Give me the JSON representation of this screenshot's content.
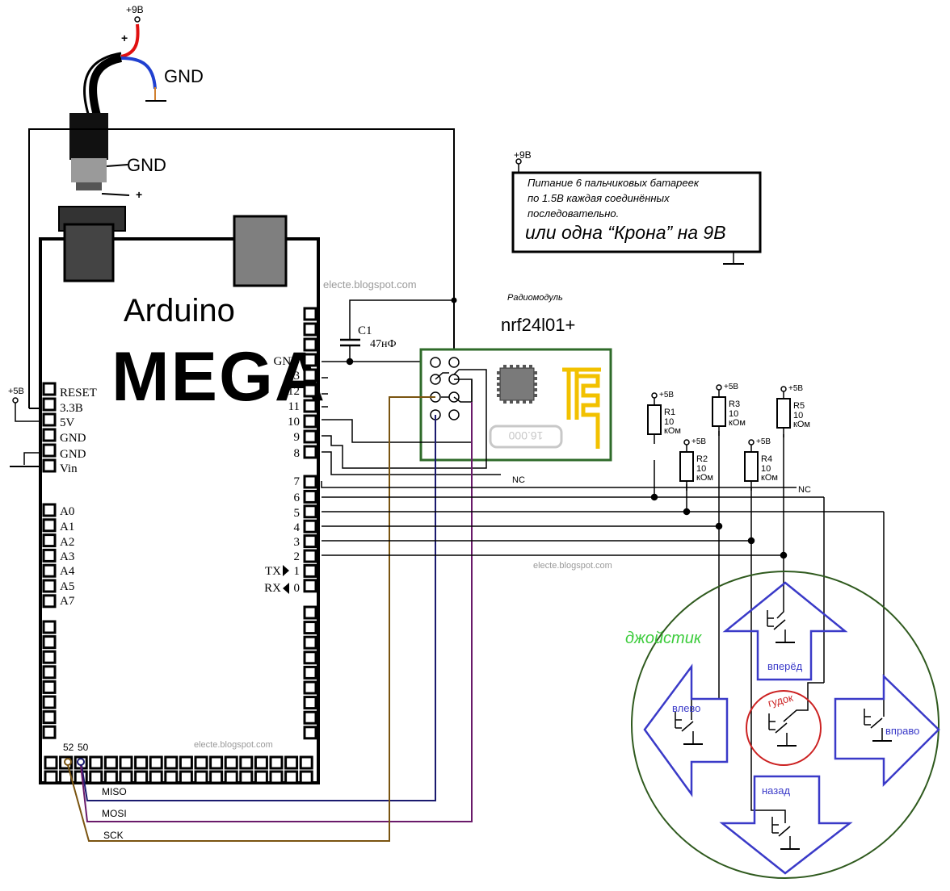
{
  "power": {
    "plus9v_top": "+9В",
    "plus_mark": "+",
    "gnd_wire": "GND",
    "gnd_plug": "GND",
    "plus_plug": "+"
  },
  "arduino": {
    "title": "Arduino",
    "model": "MEGA",
    "left_pins": [
      "RESET",
      "3.3В",
      "5V",
      "GND",
      "GND",
      "Vin"
    ],
    "analog_pins": [
      "A0",
      "A1",
      "A2",
      "A3",
      "A4",
      "A5",
      "A7"
    ],
    "right_pins": [
      "GND",
      "13",
      "12",
      "11",
      "10",
      "9",
      "8",
      "7",
      "6",
      "5",
      "4",
      "3",
      "2"
    ],
    "tx_label": "TX",
    "tx_num": "1",
    "rx_label": "RX",
    "rx_num": "0",
    "spi_pins": [
      "52",
      "50"
    ],
    "plus5v": "+5В"
  },
  "capacitor": {
    "name": "C1",
    "value": "47нФ"
  },
  "battery_note": {
    "supply": "+9В",
    "line1": "Питание 6 пальчиковых батареек",
    "line2": "по 1.5В каждая соединённых",
    "line3": "последовательно.",
    "line4": "или одна “Крона” на 9В"
  },
  "radio": {
    "caption": "Радиомодуль",
    "name": "nrf24l01+",
    "crystal": "16.000"
  },
  "nc_labels": [
    "NC",
    "NC"
  ],
  "resistors": [
    {
      "supply": "+5В",
      "name": "R1",
      "value": "10",
      "unit": "кОм"
    },
    {
      "supply": "+5В",
      "name": "R2",
      "value": "10",
      "unit": "кОм"
    },
    {
      "supply": "+5В",
      "name": "R3",
      "value": "10",
      "unit": "кОм"
    },
    {
      "supply": "+5В",
      "name": "R4",
      "value": "10",
      "unit": "кОм"
    },
    {
      "supply": "+5В",
      "name": "R5",
      "value": "10",
      "unit": "кОм"
    }
  ],
  "spi": {
    "miso": "MISO",
    "mosi": "MOSI",
    "sck": "SCK"
  },
  "joystick": {
    "title": "джойстик",
    "forward": "вперёд",
    "left": "влево",
    "right": "вправо",
    "back": "назад",
    "horn": "гудок"
  },
  "watermarks": [
    "electe.blogspot.com",
    "electe.blogspot.com",
    "electe.blogspot.com"
  ],
  "colors": {
    "line": "#000000",
    "pcb_green": "#2f6b2a",
    "antenna": "#f2c100",
    "chip": "#7a7a7a",
    "miso_wire": "#1a1a6e",
    "mosi_wire": "#6a1a6a",
    "sck_wire": "#7a5410",
    "joystick_ring": "#2f5a1e",
    "joystick_text": "#3ccc3c",
    "arrow": "#3a3ac8",
    "horn_ring": "#cc2222",
    "plus_wire": "#e01010",
    "gnd_wire": "#2040d0",
    "watermark": "#9a9a9a"
  }
}
